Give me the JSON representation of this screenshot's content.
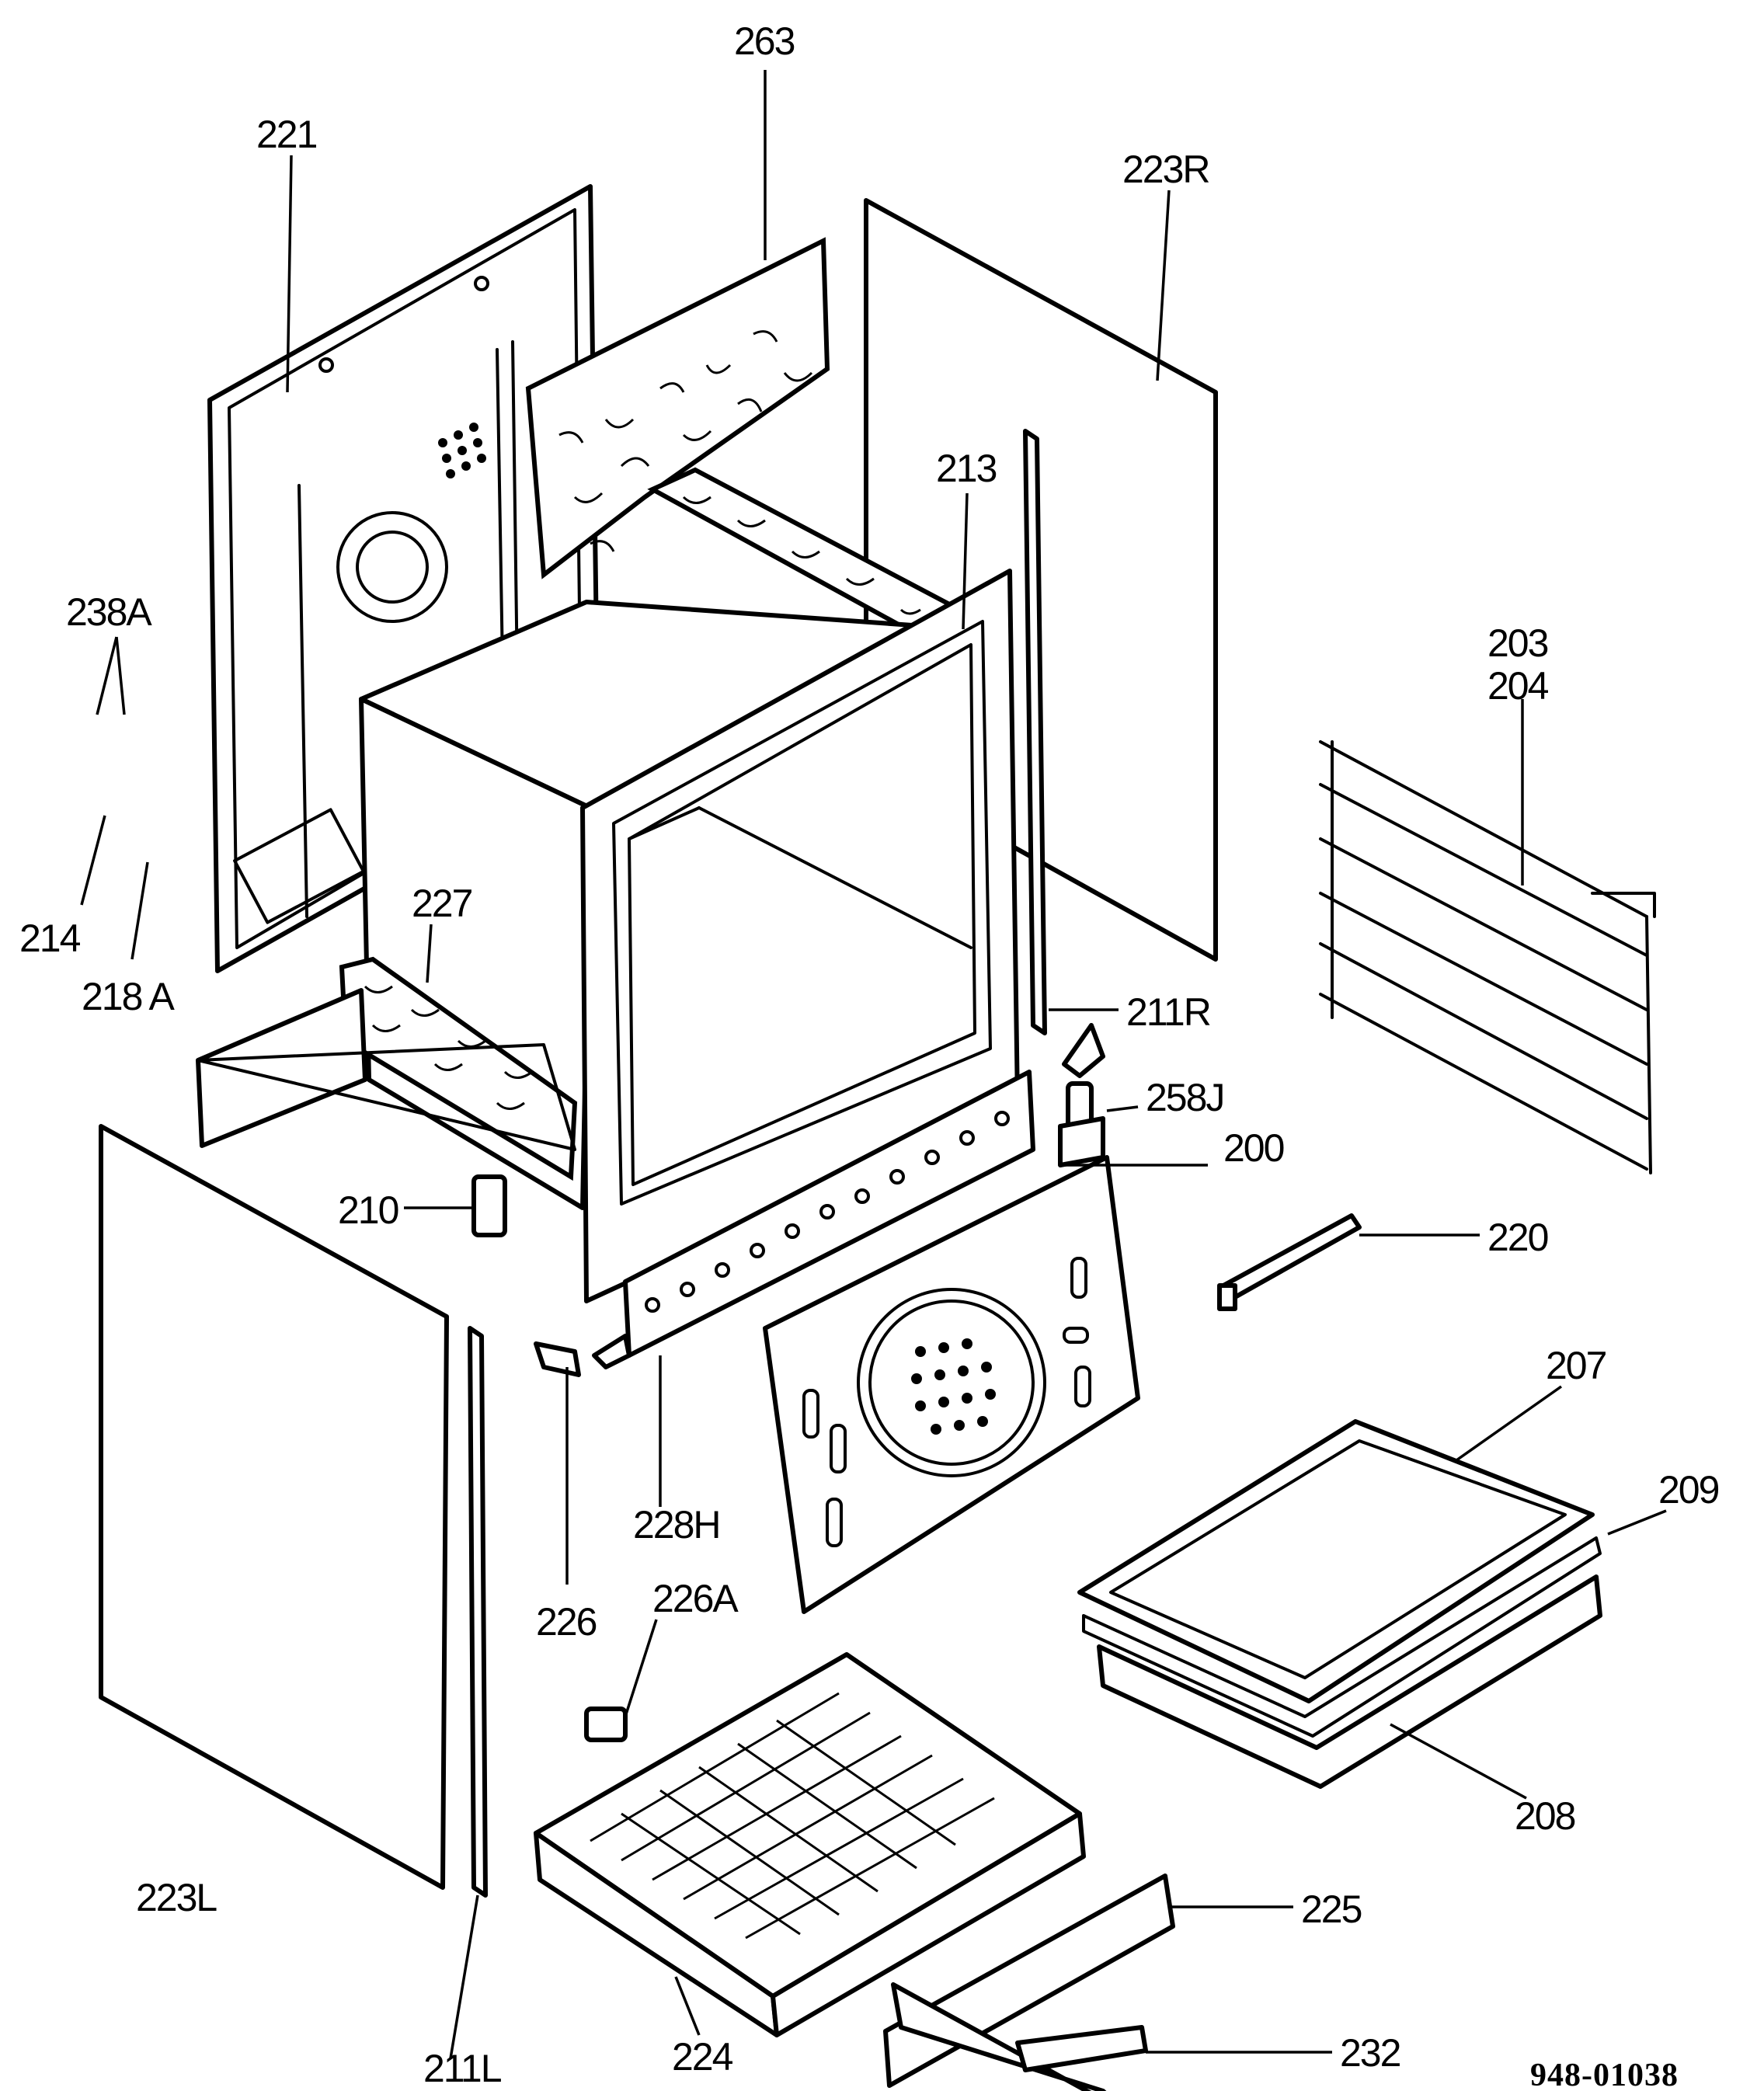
{
  "labels": {
    "p263": "263",
    "p221": "221",
    "p223R": "223R",
    "p213": "213",
    "p238A": "238A",
    "p214": "214",
    "p218A": "218 A",
    "p227": "227",
    "p211R": "211R",
    "p258J": "258J",
    "p200": "200",
    "p203": "203",
    "p204": "204",
    "p210": "210",
    "p220": "220",
    "p207": "207",
    "p209": "209",
    "p228H": "228H",
    "p226": "226",
    "p226A": "226A",
    "p208": "208",
    "p223L": "223L",
    "p225": "225",
    "p211L": "211L",
    "p224": "224",
    "p232": "232"
  },
  "drawing_code": "948-01038"
}
